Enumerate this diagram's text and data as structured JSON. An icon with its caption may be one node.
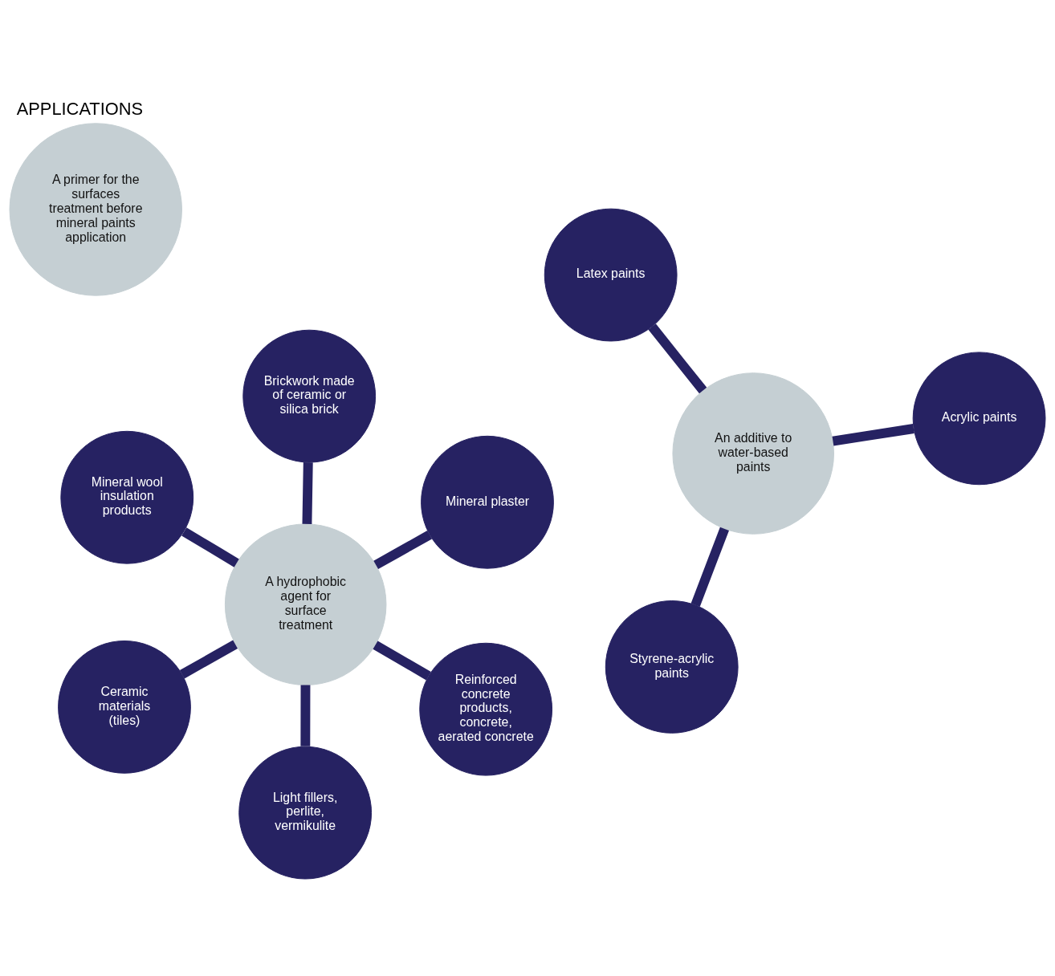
{
  "diagram": {
    "title": "APPLICATIONS",
    "nodes": [
      {
        "text": [
          "A hydrophobic agent for surface treatment"
        ]
      },
      {
        "text": [
          "Reinforced concrete products, concrete, aerated concrete"
        ]
      },
      {
        "text": [
          "Light fillers, perlite, vermikulite"
        ]
      },
      {
        "text": [
          "A primer for the surfaces treatment before mineral paints application"
        ]
      },
      {
        "text": [
          "Mineral wool insulation products"
        ]
      },
      {
        "text": [
          "Mineral plaster"
        ]
      },
      {
        "text": [
          "Brickwork made of ceramic or silica brick"
        ]
      },
      {
        "text": [
          "Ceramic materials (tiles)"
        ]
      },
      {
        "text": [
          "An additive to water-based paints"
        ]
      },
      {
        "text": [
          "Acrylic paints"
        ]
      },
      {
        "text": [
          "Styrene-acrylic paints"
        ]
      },
      {
        "text": [
          "Latex paints"
        ]
      }
    ],
    "edges": [
      {
        "from": 0,
        "to": 1,
        "arrow": "none"
      },
      {
        "from": 0,
        "to": 2,
        "arrow": "none"
      },
      {
        "from": 0,
        "to": 4,
        "arrow": "none"
      },
      {
        "from": 0,
        "to": 5,
        "arrow": "none"
      },
      {
        "from": 0,
        "to": 6,
        "arrow": "none"
      },
      {
        "from": 0,
        "to": 7,
        "arrow": "none"
      },
      {
        "from": 8,
        "to": 9,
        "arrow": "none"
      },
      {
        "from": 8,
        "to": 10,
        "arrow": "none"
      },
      {
        "from": 8,
        "to": 11,
        "arrow": "none"
      }
    ]
  }
}
